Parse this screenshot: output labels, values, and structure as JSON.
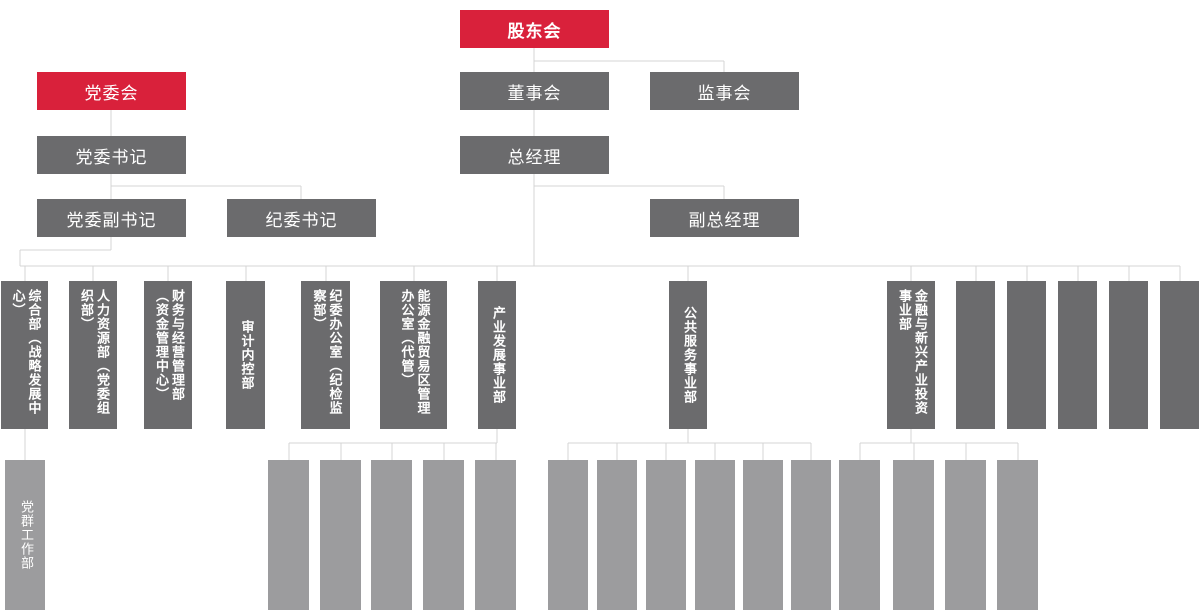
{
  "colors": {
    "red": "#d9213b",
    "dark_gray": "#6b6b6d",
    "light_gray": "#9c9c9e",
    "line": "#d4d4d4"
  },
  "top": {
    "shareholders": "股东会",
    "party_committee": "党委会",
    "board": "董事会",
    "supervisors": "监事会",
    "party_secretary": "党委书记",
    "general_manager": "总经理",
    "deputy_party_secretary": "党委副书记",
    "discipline_secretary": "纪委书记",
    "deputy_general_manager": "副总经理"
  },
  "departments": [
    "综合部（战略发展中心）",
    "人力资源部（党委组织部）",
    "财务与经营管理部（资金管理中心）",
    "审计内控部",
    "纪委办公室（纪检监察部）",
    "能源金融贸易区管理办公室（代管）",
    "产业发展事业部",
    "公共服务事业部",
    "金融与新兴产业投资事业部",
    "",
    "",
    "",
    "",
    ""
  ],
  "sub_units": [
    "党群工作部",
    "",
    "",
    "",
    "",
    "",
    "",
    "",
    "",
    "",
    "",
    "",
    "",
    "",
    "",
    ""
  ]
}
